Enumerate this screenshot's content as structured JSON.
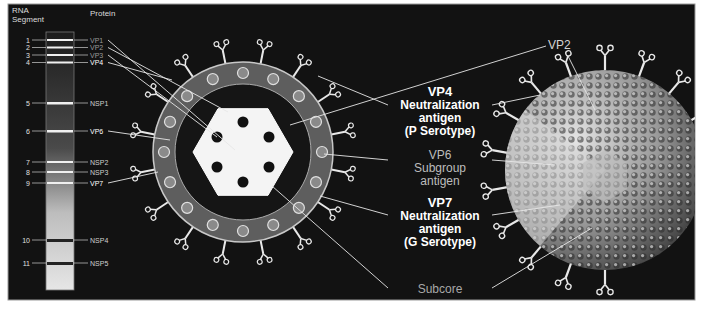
{
  "diagram": {
    "labels": [
      "RNA Segment",
      "Protein",
      "1",
      "VP1",
      "2",
      "VP2",
      "3",
      "VP3",
      "4",
      "VP4",
      "5",
      "NSP1",
      "6",
      "VP6",
      "7",
      "NSP2",
      "8",
      "NSP3",
      "9",
      "VP7",
      "10",
      "NSP4",
      "11",
      "NSP5",
      "VP2",
      "VP4",
      "Neutralization antigen",
      "(P Serotype)",
      "VP6",
      "Subgroup antigen",
      "VP7",
      "Neutralization antigen",
      "(G Serotype)",
      "Subcore"
    ]
  }
}
